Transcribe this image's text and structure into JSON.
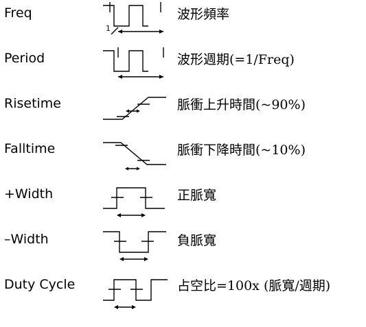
{
  "rows": [
    {
      "name": "Freq",
      "desc": "波形頻率",
      "diagram_label": "1"
    },
    {
      "name": "Period",
      "desc": "波形週期(=1/Freq)"
    },
    {
      "name": "Risetime",
      "desc": "脈衝上升時間(~90%)"
    },
    {
      "name": "Falltime",
      "desc": "脈衝下降時間(~10%)"
    },
    {
      "name": "+Width",
      "desc": "正脈寬"
    },
    {
      "name": "–Width",
      "desc": "負脈寬"
    },
    {
      "name": "Duty Cycle",
      "desc": "占空比=100x (脈寬/週期)"
    }
  ]
}
